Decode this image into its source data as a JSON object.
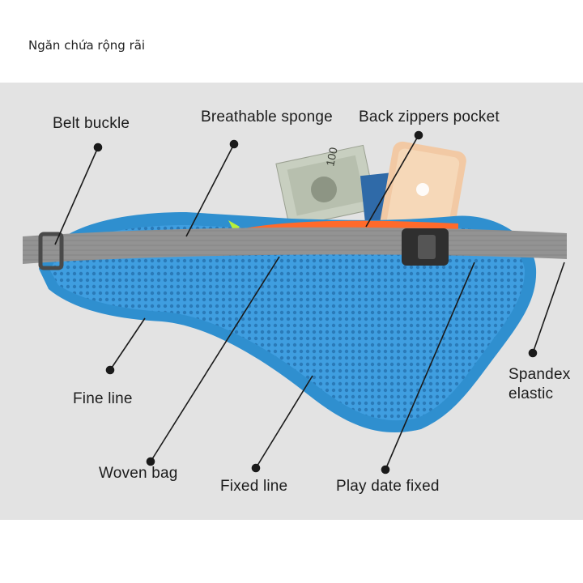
{
  "title": "Ngăn chứa rộng rãi",
  "labels": {
    "belt_buckle": "Belt buckle",
    "breathable_sponge": "Breathable sponge",
    "back_zippers_pocket": "Back zippers pocket",
    "fine_line": "Fine line",
    "spandex_line1": "Spandex",
    "spandex_line2": "elastic",
    "woven_bag": "Woven bag",
    "fixed_line": "Fixed line",
    "play_date_fixed": "Play date fixed"
  },
  "banknote_text": "100",
  "colors": {
    "background": "#e3e3e3",
    "bag": "#2f8fcf",
    "strap": "#8e8e8e",
    "zipper": "#ff6a2b"
  }
}
